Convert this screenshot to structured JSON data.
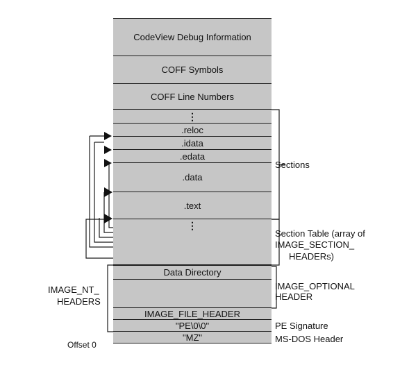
{
  "blocks": {
    "codeview": "CodeView Debug Information",
    "coff_symbols": "COFF Symbols",
    "coff_line_numbers": "COFF Line Numbers",
    "ellipsis_top": "⋮",
    "reloc": ".reloc",
    "idata": ".idata",
    "edata": ".edata",
    "data": ".data",
    "text": ".text",
    "ellipsis_bottom": "⋮",
    "data_directory": "Data Directory",
    "image_file_header": "IMAGE_FILE_HEADER",
    "pe_sig": "\"PE\\0\\0\"",
    "mz": "\"MZ\""
  },
  "labels": {
    "sections": "Sections",
    "section_table_1": "Section Table (array of",
    "section_table_2": "IMAGE_SECTION_",
    "section_table_3": "HEADERs)",
    "optional_header_1": "IMAGE_OPTIONAL",
    "optional_header_2": "HEADER",
    "pe_signature": "PE Signature",
    "msdos_header": "MS-DOS Header",
    "nt_headers_1": "IMAGE_NT_",
    "nt_headers_2": "HEADERS",
    "offset": "Offset 0"
  },
  "colors": {
    "block_fill": "#c6c6c6",
    "line": "#1a1a1a"
  }
}
